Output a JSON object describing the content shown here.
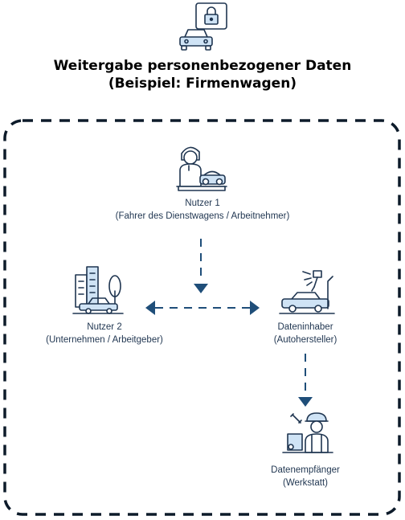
{
  "title": {
    "line1": "Weitergabe personenbezogener Daten",
    "line2": "(Beispiel: Firmenwagen)"
  },
  "nodes": {
    "nutzer1": {
      "name": "Nutzer 1",
      "desc": "(Fahrer des Dienstwagens / Arbeitnehmer)",
      "icon": "driver-with-car-icon"
    },
    "nutzer2": {
      "name": "Nutzer 2",
      "desc": "(Unternehmen / Arbeitgeber)",
      "icon": "company-building-car-icon"
    },
    "dateninhaber": {
      "name": "Dateninhaber",
      "desc": "(Autohersteller)",
      "icon": "car-production-robot-icon"
    },
    "datenempfaenger": {
      "name": "Datenempfänger",
      "desc": "(Werkstatt)",
      "icon": "mechanic-icon"
    }
  },
  "header_icon": "car-lock-icon",
  "colors": {
    "line": "#1f3550",
    "arrow": "#1f4e79",
    "icon_fill": "#cfe3f5",
    "title": "#000000"
  }
}
